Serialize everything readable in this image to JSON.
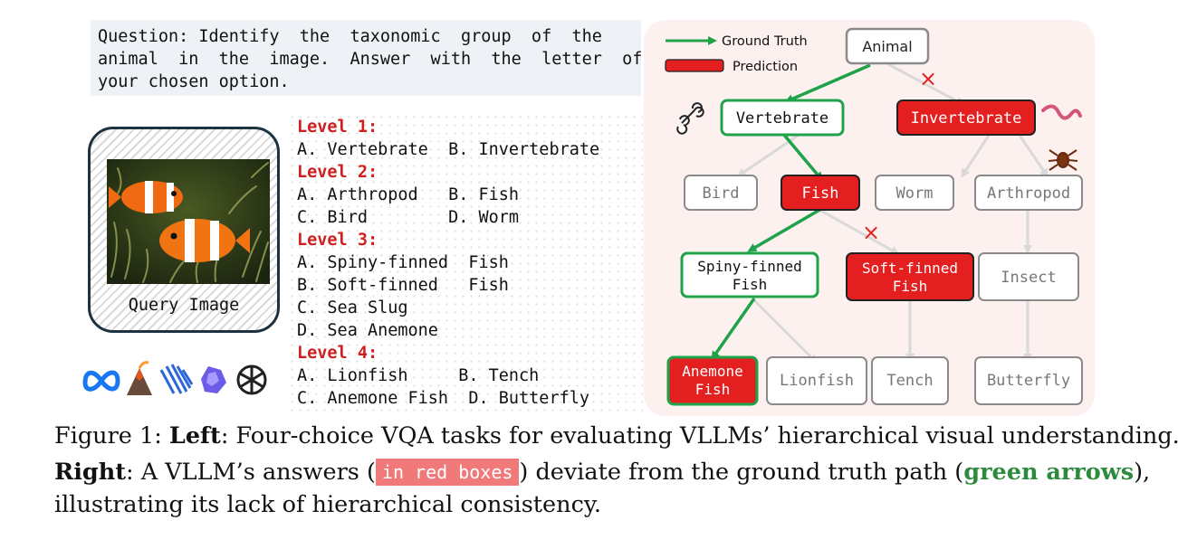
{
  "question": {
    "lines": [
      "Question: Identify  the  taxonomic  group  of  the",
      "animal  in  the  image.  Answer  with  the  letter  of",
      "your chosen option."
    ]
  },
  "query_image": {
    "label": "Query Image"
  },
  "options": [
    {
      "kind": "level",
      "text": "Level 1:"
    },
    {
      "kind": "option",
      "text": "A. Vertebrate  B. Invertebrate"
    },
    {
      "kind": "level",
      "text": "Level 2:"
    },
    {
      "kind": "option",
      "text": "A. Arthropod   B. Fish"
    },
    {
      "kind": "option",
      "text": "C. Bird        D. Worm"
    },
    {
      "kind": "level",
      "text": "Level 3:"
    },
    {
      "kind": "option",
      "text": "A. Spiny-finned  Fish"
    },
    {
      "kind": "option",
      "text": "B. Soft-finned   Fish"
    },
    {
      "kind": "option",
      "text": "C. Sea Slug"
    },
    {
      "kind": "option",
      "text": "D. Sea Anemone"
    },
    {
      "kind": "level",
      "text": "Level 4:"
    },
    {
      "kind": "option",
      "text": "A. Lionfish     B. Tench"
    },
    {
      "kind": "option",
      "text": "C. Anemone Fish  D. Butterfly"
    }
  ],
  "model_logos": [
    "meta-icon",
    "volcano-icon",
    "stripes-icon",
    "gem-icon",
    "openai-icon"
  ],
  "legend": {
    "ground_truth": "Ground Truth",
    "prediction": "Prediction"
  },
  "tree": {
    "colors": {
      "ground_truth": "#1fa24a",
      "prediction": "#e41f1f",
      "neutral": "#8a8a8a",
      "edge_gray": "#d9d9d9",
      "panel_bg": "#fcf1ef"
    },
    "nodes": {
      "animal": "Animal",
      "vertebrate": "Vertebrate",
      "invertebrate": "Invertebrate",
      "bird": "Bird",
      "fish": "Fish",
      "worm": "Worm",
      "arthropod": "Arthropod",
      "spiny": [
        "Spiny-finned",
        "Fish"
      ],
      "soft": [
        "Soft-finned",
        "Fish"
      ],
      "insect": "Insect",
      "anemone": [
        "Anemone",
        "Fish"
      ],
      "lionfish": "Lionfish",
      "tench": "Tench",
      "butterfly": "Butterfly"
    },
    "wrong_mark": "×",
    "decor_icons": [
      "bone-icon",
      "worm-icon",
      "spider-icon"
    ]
  },
  "caption": {
    "line1_prefix": "Figure 1: ",
    "line1_bold": "Left",
    "line1_rest": ": Four-choice VQA tasks for evaluating VLLMs’ hierarchical visual understanding.",
    "line2_bold": "Right",
    "line2_a": ": A VLLM’s answers (",
    "line2_box": "in red boxes",
    "line2_b": ") deviate from the ground truth path (",
    "line2_green": "green arrows",
    "line2_c": "),",
    "line3": "illustrating its lack of hierarchical consistency."
  }
}
